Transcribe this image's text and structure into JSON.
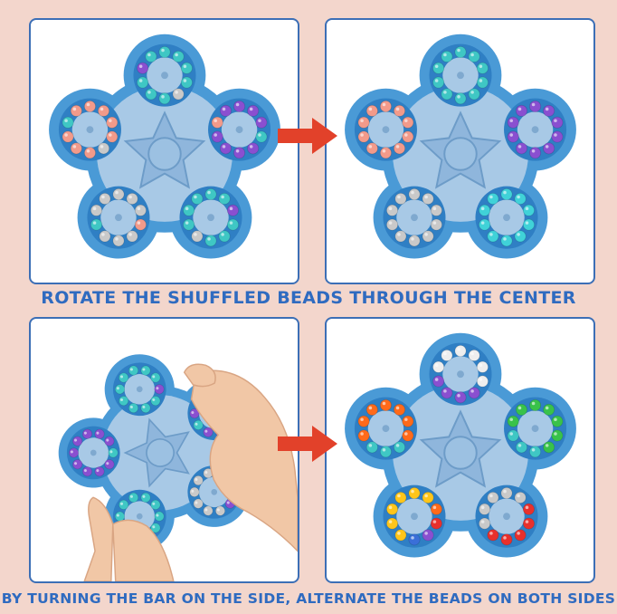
{
  "colors": {
    "background": "#f3d6cc",
    "panel_border": "#3c6fb6",
    "caption_text": "#2f6bc0",
    "arrow": "#e2412a",
    "toy_body": "#4a9ad6",
    "toy_face": "#a8c9e6"
  },
  "captions": {
    "top": "ROTATE THE SHUFFLED BEADS THROUGH THE CENTER",
    "bottom": "BY TURNING THE BAR ON THE SIDE, ALTERNATE THE BEADS ON BOTH SIDES"
  },
  "panels": [
    {
      "name": "shuffled-puzzle-photo",
      "state": "shuffled"
    },
    {
      "name": "solved-puzzle-photo",
      "state": "solved"
    },
    {
      "name": "hands-turning-puzzle-photo",
      "state": "in-hand"
    },
    {
      "name": "rainbow-solved-puzzle-photo",
      "state": "rainbow"
    }
  ],
  "icons": [
    "right-arrow-icon",
    "right-arrow-icon"
  ]
}
